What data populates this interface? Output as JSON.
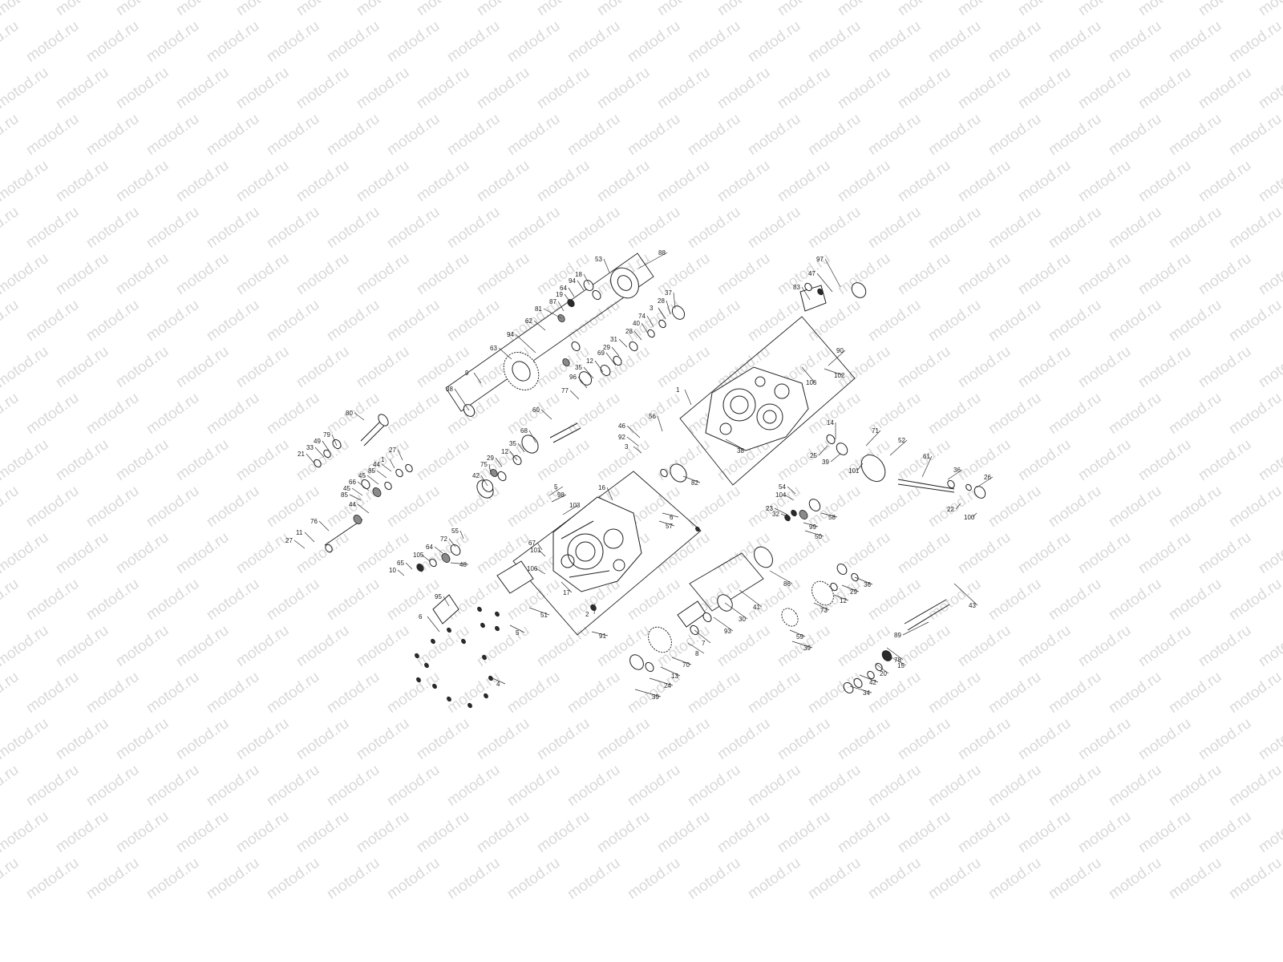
{
  "watermark": {
    "text": "motod.ru"
  },
  "diagram": {
    "callouts": [
      "88",
      "53",
      "18",
      "94",
      "64",
      "19",
      "87",
      "81",
      "62",
      "94",
      "63",
      "9",
      "38",
      "37",
      "28",
      "3",
      "74",
      "40",
      "28",
      "31",
      "29",
      "69",
      "12",
      "35",
      "96",
      "77",
      "60",
      "68",
      "35",
      "12",
      "29",
      "75",
      "42",
      "97",
      "47",
      "83",
      "90",
      "102",
      "106",
      "1",
      "14",
      "71",
      "52",
      "25",
      "39",
      "101",
      "61",
      "36",
      "26",
      "22",
      "100",
      "38",
      "46",
      "92",
      "3",
      "56",
      "82",
      "16",
      "57",
      "6",
      "5",
      "98",
      "103",
      "67",
      "101",
      "106",
      "17",
      "2",
      "91",
      "51",
      "5",
      "95",
      "6",
      "4",
      "54",
      "104",
      "23",
      "32",
      "58",
      "99",
      "50",
      "86",
      "41",
      "30",
      "93",
      "7",
      "8",
      "70",
      "13",
      "24",
      "39",
      "29",
      "12",
      "73",
      "36",
      "59",
      "39",
      "43",
      "89",
      "78",
      "15",
      "20",
      "42",
      "34",
      "80",
      "79",
      "49",
      "33",
      "21",
      "1",
      "27",
      "44",
      "85",
      "45",
      "66",
      "45",
      "85",
      "44",
      "76",
      "11",
      "27",
      "55",
      "72",
      "64",
      "105",
      "48",
      "65",
      "10"
    ]
  }
}
